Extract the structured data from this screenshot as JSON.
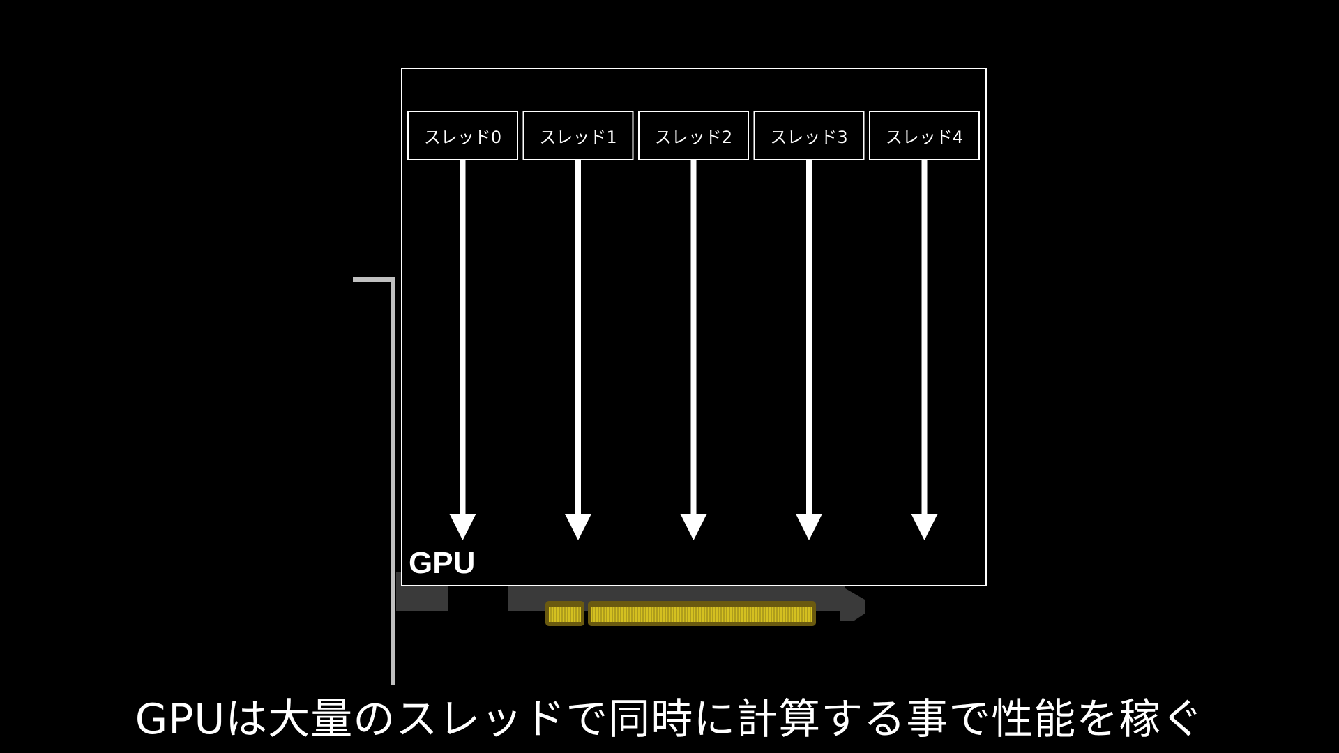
{
  "gpu": {
    "label": "GPU",
    "threads": [
      {
        "label": "スレッド0"
      },
      {
        "label": "スレッド1"
      },
      {
        "label": "スレッド2"
      },
      {
        "label": "スレッド3"
      },
      {
        "label": "スレッド4"
      }
    ]
  },
  "caption": "GPUは大量のスレッドで同時に計算する事で性能を稼ぐ",
  "colors": {
    "background": "#000000",
    "foreground": "#ffffff",
    "bracket": "#c0c0c0",
    "card_body": "#3a3a3a",
    "contacts": "#d4c020",
    "contacts_dark": "#6a5a10"
  },
  "icons": {
    "graphics_card": "gpu-card-icon",
    "thread_arrow": "arrow-down-icon"
  }
}
